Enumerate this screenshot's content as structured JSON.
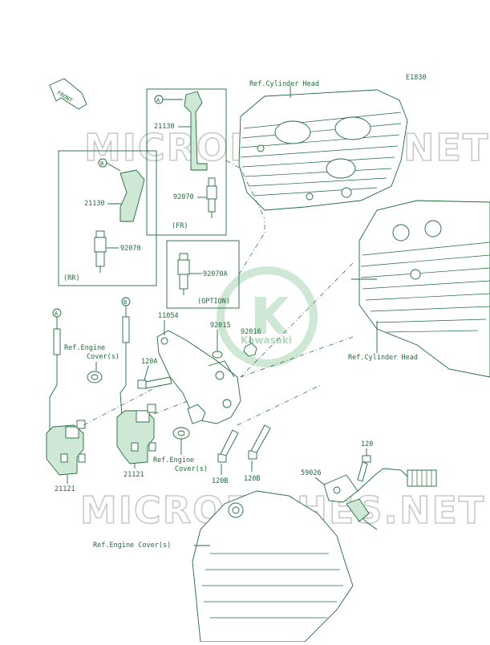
{
  "diagram_code": "E1830",
  "front_label": "FRONT",
  "watermark": "MICROFICHES.NET",
  "logo_text": "Kawasaki",
  "box_fr": {
    "callout": "A",
    "part_cap": "21130",
    "part_plug": "92070",
    "tag": "(FR)"
  },
  "box_rr": {
    "callout": "B",
    "part_cap": "21130",
    "part_plug": "92070",
    "tag": "(RR)"
  },
  "box_option": {
    "part_plug": "92070A",
    "tag": "(OPTION)"
  },
  "refs": {
    "cyl_head_top": "Ref.Cylinder Head",
    "cyl_head_right": "Ref.Cylinder Head",
    "engine_cover_left_1": "Ref.Engine",
    "engine_cover_left_2": "Cover(s)",
    "engine_cover_mid_1": "Ref.Engine",
    "engine_cover_mid_2": "Cover(s)",
    "engine_cover_bottom": "Ref.Engine Cover(s)"
  },
  "parts": {
    "bracket": "11054",
    "washer": "92015",
    "nut": "92016",
    "bolt_120a": "120A",
    "bolt_120b_1": "120B",
    "bolt_120b_2": "120B",
    "bolt_120": "120",
    "sensor": "59026",
    "coil_front": "21121",
    "coil_rear": "21121"
  },
  "callout_a": "A",
  "callout_b": "B",
  "colors": {
    "line": "#1f6b3a",
    "watermark": "#c9c9c9",
    "logo_fill": "#cfe8d6"
  }
}
